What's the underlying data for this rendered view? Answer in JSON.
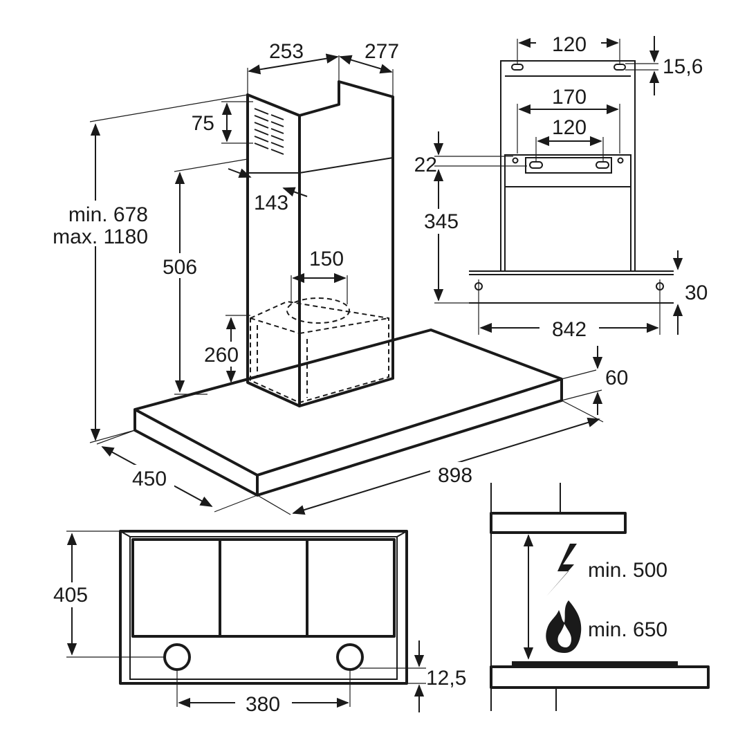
{
  "dimensions": {
    "chimney_top_width": "253",
    "chimney_top_depth": "277",
    "vent_slot_height": "75",
    "vent_offset": "143",
    "height_range_min": "min. 678",
    "height_range_max": "max. 1180",
    "chimney_height": "506",
    "outlet_diameter": "150",
    "motor_box_height": "260",
    "canopy_thickness": "60",
    "canopy_depth": "450",
    "canopy_width": "898",
    "bracket_hole_spacing": "120",
    "bracket_hole_offset": "15,6",
    "upper_bracket_width": "170",
    "upper_bracket_hole_spacing": "120",
    "bracket_gap": "22",
    "bracket_to_canopy": "345",
    "canopy_fixing_offset": "30",
    "canopy_fixing_spacing": "842",
    "underside_depth": "405",
    "light_offset": "12,5",
    "light_spacing": "380"
  },
  "clearances": {
    "electric_hob": "min. 500",
    "gas_hob": "min. 650"
  },
  "icons": {
    "electric": "lightning-icon",
    "gas": "flame-icon"
  }
}
